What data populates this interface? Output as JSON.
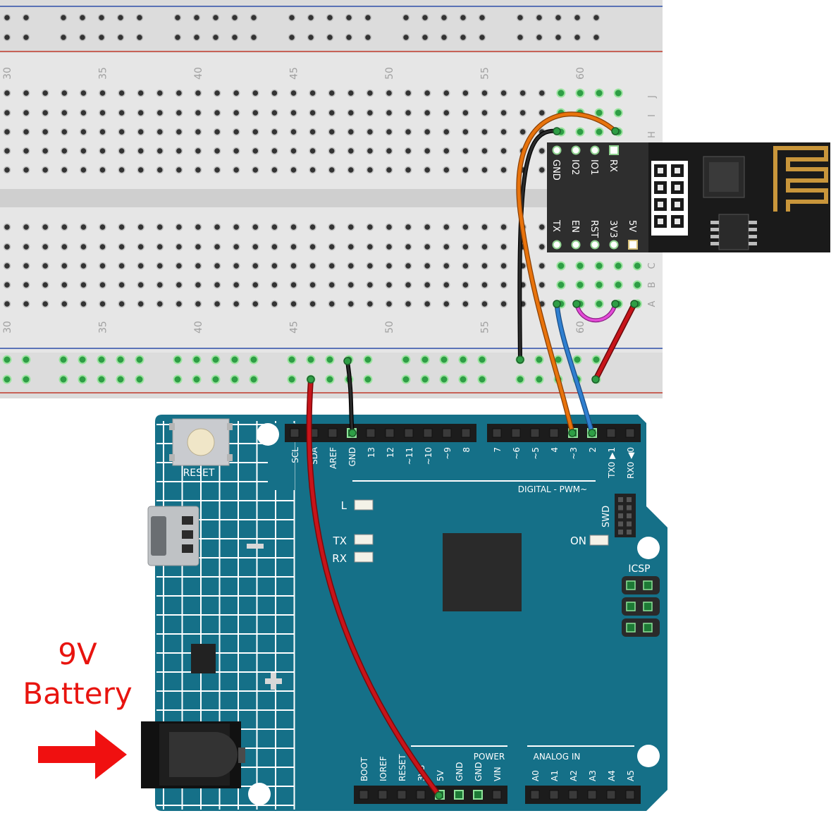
{
  "breadboard": {
    "column_numbers": [
      "30",
      "35",
      "40",
      "45",
      "50",
      "55",
      "60"
    ],
    "row_letters_top": [
      "J",
      "I",
      "H"
    ],
    "row_letters_bottom": [
      "C",
      "B",
      "A"
    ]
  },
  "esp01": {
    "top_pins": [
      "GND",
      "IO2",
      "IO1",
      "RX"
    ],
    "bottom_pins": [
      "TX",
      "EN",
      "RST",
      "3V3",
      "5V"
    ]
  },
  "arduino": {
    "reset_label": "RESET",
    "top_header_labels": [
      "SCL",
      "SDA",
      "AREF",
      "GND",
      "13",
      "12",
      "~11",
      "~10",
      "~9",
      "8"
    ],
    "digital_labels": [
      "7",
      "~6",
      "~5",
      "4",
      "~3",
      "2",
      "TX0 ▶1",
      "RX0 ◀0"
    ],
    "digital_pwm_label": "DIGITAL - PWM~",
    "led_L": "L",
    "led_TX": "TX",
    "led_RX": "RX",
    "on_label": "ON",
    "swd_label": "SWD",
    "icsp_label": "ICSP",
    "power_label": "POWER",
    "power_pins": [
      "BOOT",
      "IOREF",
      "RESET",
      "3V3",
      "5V",
      "GND",
      "GND",
      "VIN"
    ],
    "analog_label": "ANALOG IN",
    "analog_pins": [
      "A0",
      "A1",
      "A2",
      "A3",
      "A4",
      "A5"
    ]
  },
  "battery": {
    "line1": "9V",
    "line2": "Battery"
  },
  "colors": {
    "board": "#157088",
    "breadboard": "#d9d9d9",
    "wire_red": "#c8141a",
    "wire_black": "#1a1a1a",
    "wire_orange": "#e8730c",
    "wire_blue": "#2f7fd0",
    "wire_magenta": "#d62fc7",
    "battery_arrow": "#f01010"
  }
}
